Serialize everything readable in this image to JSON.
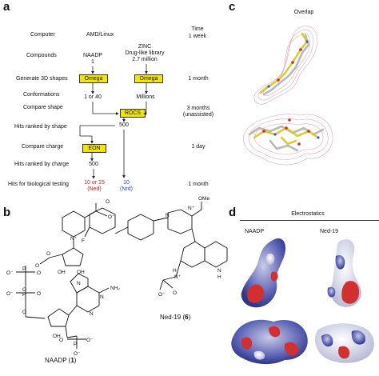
{
  "panels": {
    "a": "a",
    "b": "b",
    "c": "c",
    "d": "d"
  },
  "flowchart": {
    "header_computer": "Computer",
    "header_platform": "AMD/Linux",
    "header_time": "Time",
    "header_time_value": "1 week",
    "rows": {
      "compounds": "Compounds",
      "generate": "Generate 3D shapes",
      "conformations": "Conformations",
      "compare_shape": "Compare shape",
      "hits_shape": "Hits ranked by shape",
      "compare_charge": "Compare charge",
      "hits_charge": "Hits ranked by charge",
      "hits_testing": "Hits for biological testing"
    },
    "naadp": "NAADP",
    "naadp_count": "1",
    "zinc_line1": "ZINC",
    "zinc_line2": "Drug-like library",
    "zinc_line3": "2.7 million",
    "omega_left": "Omega",
    "omega_right": "Omega",
    "conf_left": "1 or 40",
    "conf_right": "Millions",
    "rocs": "ROCS",
    "shape_hits": "500",
    "eon": "EON",
    "charge_hits": "500",
    "final_left_1": "10 or 15",
    "final_left_2": "(Ned)",
    "final_right_1": "10",
    "final_right_2": "(Nrd)",
    "times": {
      "generate": "1 month",
      "compare_shape_1": "3 months",
      "compare_shape_2": "(unassisted)",
      "compare_charge": "1 day",
      "hits_testing": "1 month"
    },
    "colors": {
      "box": "#f2e600",
      "red": "#d21a1a",
      "blue": "#1f4fc2"
    }
  },
  "overlap": {
    "title": "Overlap"
  },
  "structures": {
    "naadp_label": "NAADP (",
    "naadp_num": "1",
    "ned_label": "Ned-19 (",
    "ned_num": "6",
    "close_paren": ")",
    "atoms": {
      "o_minus": "O⁻",
      "o": "O",
      "p": "P",
      "oh": "OH",
      "n": "N",
      "n_plus": "N⁺",
      "nh2": "NH₂",
      "f": "F",
      "ome": "OMe",
      "h": "H",
      "n_h_plus": "H",
      "oo_minus": "O⁻"
    }
  },
  "electrostatics": {
    "title": "Electrostatics",
    "left": "NAADP",
    "right": "Ned-19"
  }
}
